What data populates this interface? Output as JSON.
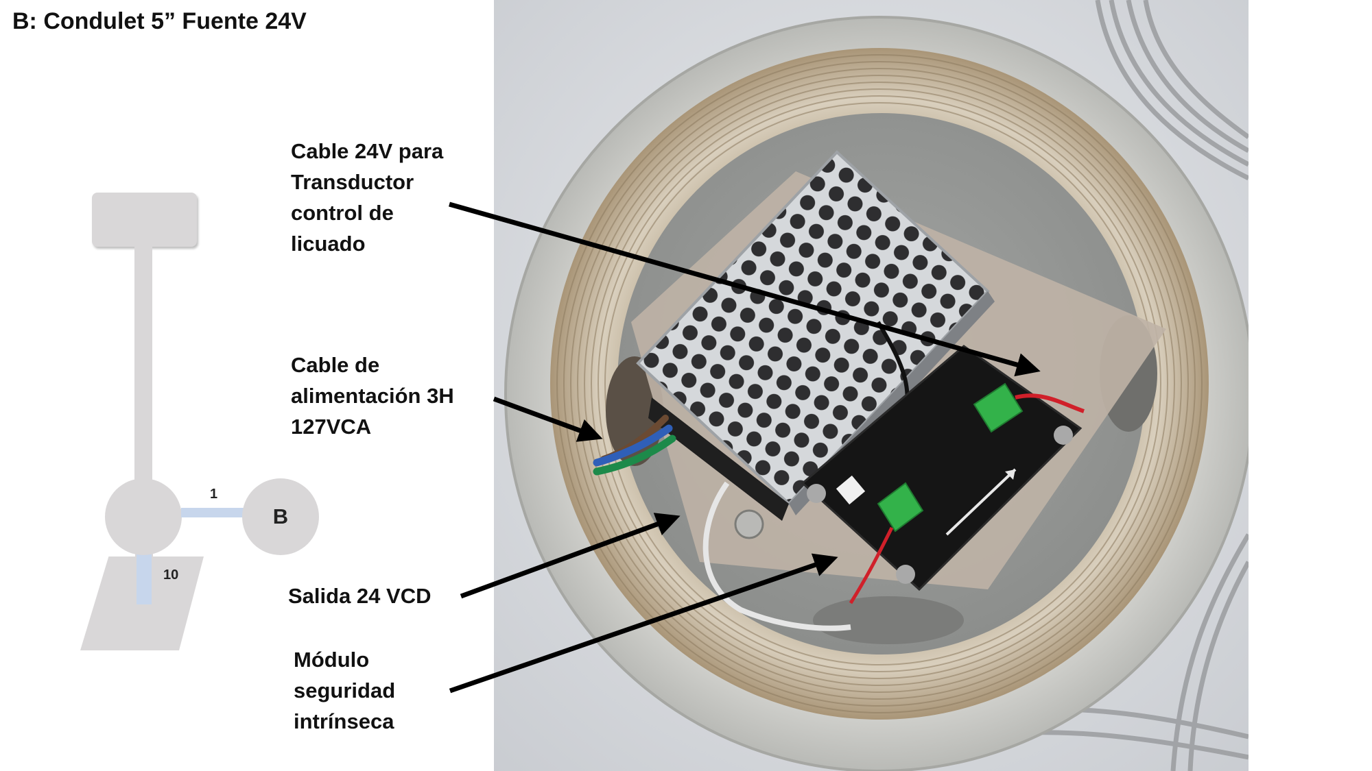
{
  "title": "B: Condulet 5” Fuente 24V",
  "labels": {
    "transductor": "Cable 24V para\nTransductor\ncontrol de\nlicuado",
    "alimentacion": "Cable de\nalimentación 3H\n127VCA",
    "salida": "Salida 24 VCD",
    "modulo": "Módulo\nseguridad\nintrínseca"
  },
  "schematic": {
    "node_label": "B",
    "segment_1": "1",
    "segment_10": "10"
  },
  "colors": {
    "schematic_gray": "#d9d7d8",
    "pipe_blue": "#c7d6ec",
    "arrow": "#000000",
    "pcb": "#151515",
    "terminal_green": "#33b24a"
  }
}
